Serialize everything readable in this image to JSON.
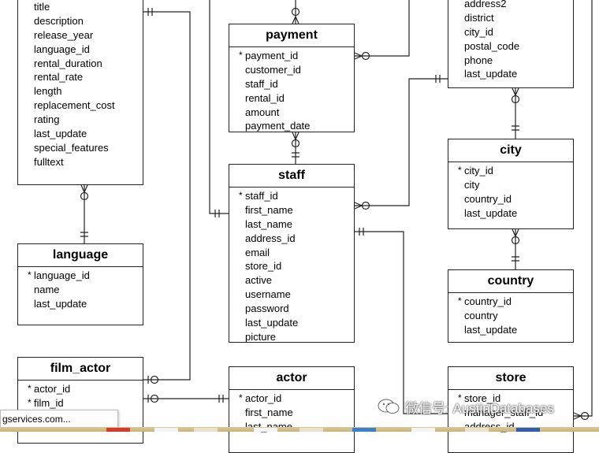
{
  "tables": [
    {
      "id": "film",
      "name": "",
      "columns": [
        {
          "name": "title"
        },
        {
          "name": "description"
        },
        {
          "name": "release_year"
        },
        {
          "name": "language_id"
        },
        {
          "name": "rental_duration"
        },
        {
          "name": "rental_rate"
        },
        {
          "name": "length"
        },
        {
          "name": "replacement_cost"
        },
        {
          "name": "rating"
        },
        {
          "name": "last_update"
        },
        {
          "name": "special_features"
        },
        {
          "name": "fulltext"
        }
      ]
    },
    {
      "id": "address",
      "name": "",
      "columns": [
        {
          "name": "address2"
        },
        {
          "name": "district"
        },
        {
          "name": "city_id"
        },
        {
          "name": "postal_code"
        },
        {
          "name": "phone"
        },
        {
          "name": "last_update"
        }
      ]
    },
    {
      "id": "payment",
      "name": "payment",
      "columns": [
        {
          "name": "payment_id",
          "pk": true
        },
        {
          "name": "customer_id"
        },
        {
          "name": "staff_id"
        },
        {
          "name": "rental_id"
        },
        {
          "name": "amount"
        },
        {
          "name": "payment_date"
        }
      ]
    },
    {
      "id": "staff",
      "name": "staff",
      "columns": [
        {
          "name": "staff_id",
          "pk": true
        },
        {
          "name": "first_name"
        },
        {
          "name": "last_name"
        },
        {
          "name": "address_id"
        },
        {
          "name": "email"
        },
        {
          "name": "store_id"
        },
        {
          "name": "active"
        },
        {
          "name": "username"
        },
        {
          "name": "password"
        },
        {
          "name": "last_update"
        },
        {
          "name": "picture"
        }
      ]
    },
    {
      "id": "city",
      "name": "city",
      "columns": [
        {
          "name": "city_id",
          "pk": true
        },
        {
          "name": "city"
        },
        {
          "name": "country_id"
        },
        {
          "name": "last_update"
        }
      ]
    },
    {
      "id": "language",
      "name": "language",
      "columns": [
        {
          "name": "language_id",
          "pk": true
        },
        {
          "name": "name"
        },
        {
          "name": "last_update"
        }
      ]
    },
    {
      "id": "country",
      "name": "country",
      "columns": [
        {
          "name": "country_id",
          "pk": true
        },
        {
          "name": "country"
        },
        {
          "name": "last_update"
        }
      ]
    },
    {
      "id": "film_actor",
      "name": "film_actor",
      "columns": [
        {
          "name": "actor_id",
          "pk": true
        },
        {
          "name": "film_id",
          "pk": true
        }
      ]
    },
    {
      "id": "actor",
      "name": "actor",
      "columns": [
        {
          "name": "actor_id",
          "pk": true
        },
        {
          "name": "first_name"
        },
        {
          "name": "last_name"
        }
      ]
    },
    {
      "id": "store",
      "name": "store",
      "columns": [
        {
          "name": "store_id",
          "pk": true
        },
        {
          "name": "manager_staff_id"
        },
        {
          "name": "address_id"
        }
      ]
    }
  ],
  "pk_marker": "*",
  "statusbar_text": "gservices.com...",
  "watermark_text": "微信号: AustinDatabases"
}
